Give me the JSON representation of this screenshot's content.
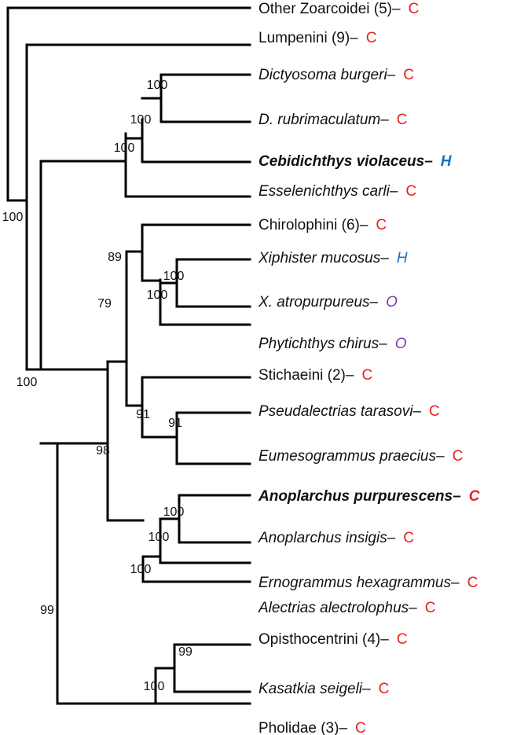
{
  "colors": {
    "branch": "#000000",
    "text": "#111111",
    "C": "#e8211d",
    "H": "#1a6fc4",
    "O": "#7b3fa8"
  },
  "taxa": [
    {
      "name": "Other Zoarcoidei (5)",
      "suffix": "–",
      "state": "C",
      "italic": false,
      "bold": false
    },
    {
      "name": "Lumpenini (9)",
      "suffix": "–",
      "state": "C",
      "italic": false,
      "bold": false
    },
    {
      "name": "Dictyosoma burgeri",
      "suffix": "–",
      "state": "C",
      "italic": true,
      "bold": false
    },
    {
      "name": "D. rubrimaculatum",
      "suffix": "–",
      "state": "C",
      "italic": true,
      "bold": false
    },
    {
      "name": "Cebidichthys violaceus",
      "suffix": "–",
      "state": "H",
      "italic": true,
      "bold": true
    },
    {
      "name": "Esselenichthys carli",
      "suffix": "–",
      "state": "C",
      "italic": true,
      "bold": false
    },
    {
      "name": "Chirolophini (6)",
      "suffix": "–",
      "state": "C",
      "italic": false,
      "bold": false
    },
    {
      "name": "Xiphister mucosus",
      "suffix": "–",
      "state": "H",
      "italic": true,
      "bold": false
    },
    {
      "name": "X. atropurpureus",
      "suffix": "–",
      "state": "O",
      "italic": true,
      "bold": false
    },
    {
      "name": "Phytichthys chirus",
      "suffix": "–",
      "state": "O",
      "italic": true,
      "bold": false
    },
    {
      "name": "Stichaeini (2)",
      "suffix": "–",
      "state": "C",
      "italic": false,
      "bold": false
    },
    {
      "name": "Pseudalectrias tarasovi",
      "suffix": "–",
      "state": "C",
      "italic": true,
      "bold": false
    },
    {
      "name": "Eumesogrammus praecius",
      "suffix": "–",
      "state": "C",
      "italic": true,
      "bold": false
    },
    {
      "name": "Anoplarchus purpurescens",
      "suffix": "–",
      "state": "C",
      "italic": true,
      "bold": true
    },
    {
      "name": "Anoplarchus insigis",
      "suffix": "–",
      "state": "C",
      "italic": true,
      "bold": false
    },
    {
      "name": "Ernogrammus hexagrammus",
      "suffix": "–",
      "state": "C",
      "italic": true,
      "bold": false
    },
    {
      "name": "Alectrias alectrolophus",
      "suffix": "–",
      "state": "C",
      "italic": true,
      "bold": false
    },
    {
      "name": "Opisthocentrini (4)",
      "suffix": "–",
      "state": "C",
      "italic": false,
      "bold": false
    },
    {
      "name": "Kasatkia seigeli",
      "suffix": "–",
      "state": "C",
      "italic": true,
      "bold": false
    },
    {
      "name": "Pholidae (3)",
      "suffix": "–",
      "state": "C",
      "italic": false,
      "bold": false
    }
  ],
  "support_values": [
    "100",
    "100",
    "100",
    "100",
    "100",
    "89",
    "100",
    "100",
    "79",
    "91",
    "91",
    "98",
    "100",
    "100",
    "100",
    "99",
    "99",
    "100"
  ]
}
